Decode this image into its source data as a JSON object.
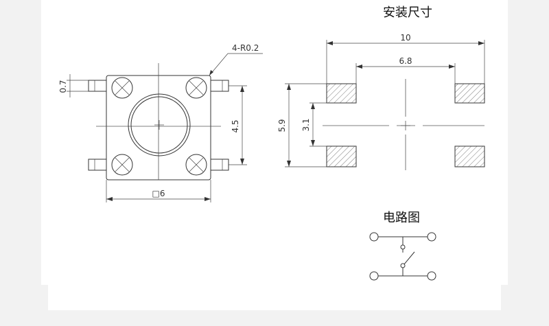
{
  "titles": {
    "mounting_size": "安装尺寸",
    "circuit_diagram": "电路图"
  },
  "dimensions": {
    "pin_width": "0.7",
    "corner_radius": "4-R0.2",
    "pin_spacing": "4.5",
    "body_size": "□6",
    "pad_outer": "10",
    "pad_inner": "6.8",
    "pad_height_outer": "5.9",
    "pad_height_inner": "3.1"
  },
  "colors": {
    "background": "#f2f2f2",
    "sheet": "#ffffff",
    "line": "#333333"
  }
}
